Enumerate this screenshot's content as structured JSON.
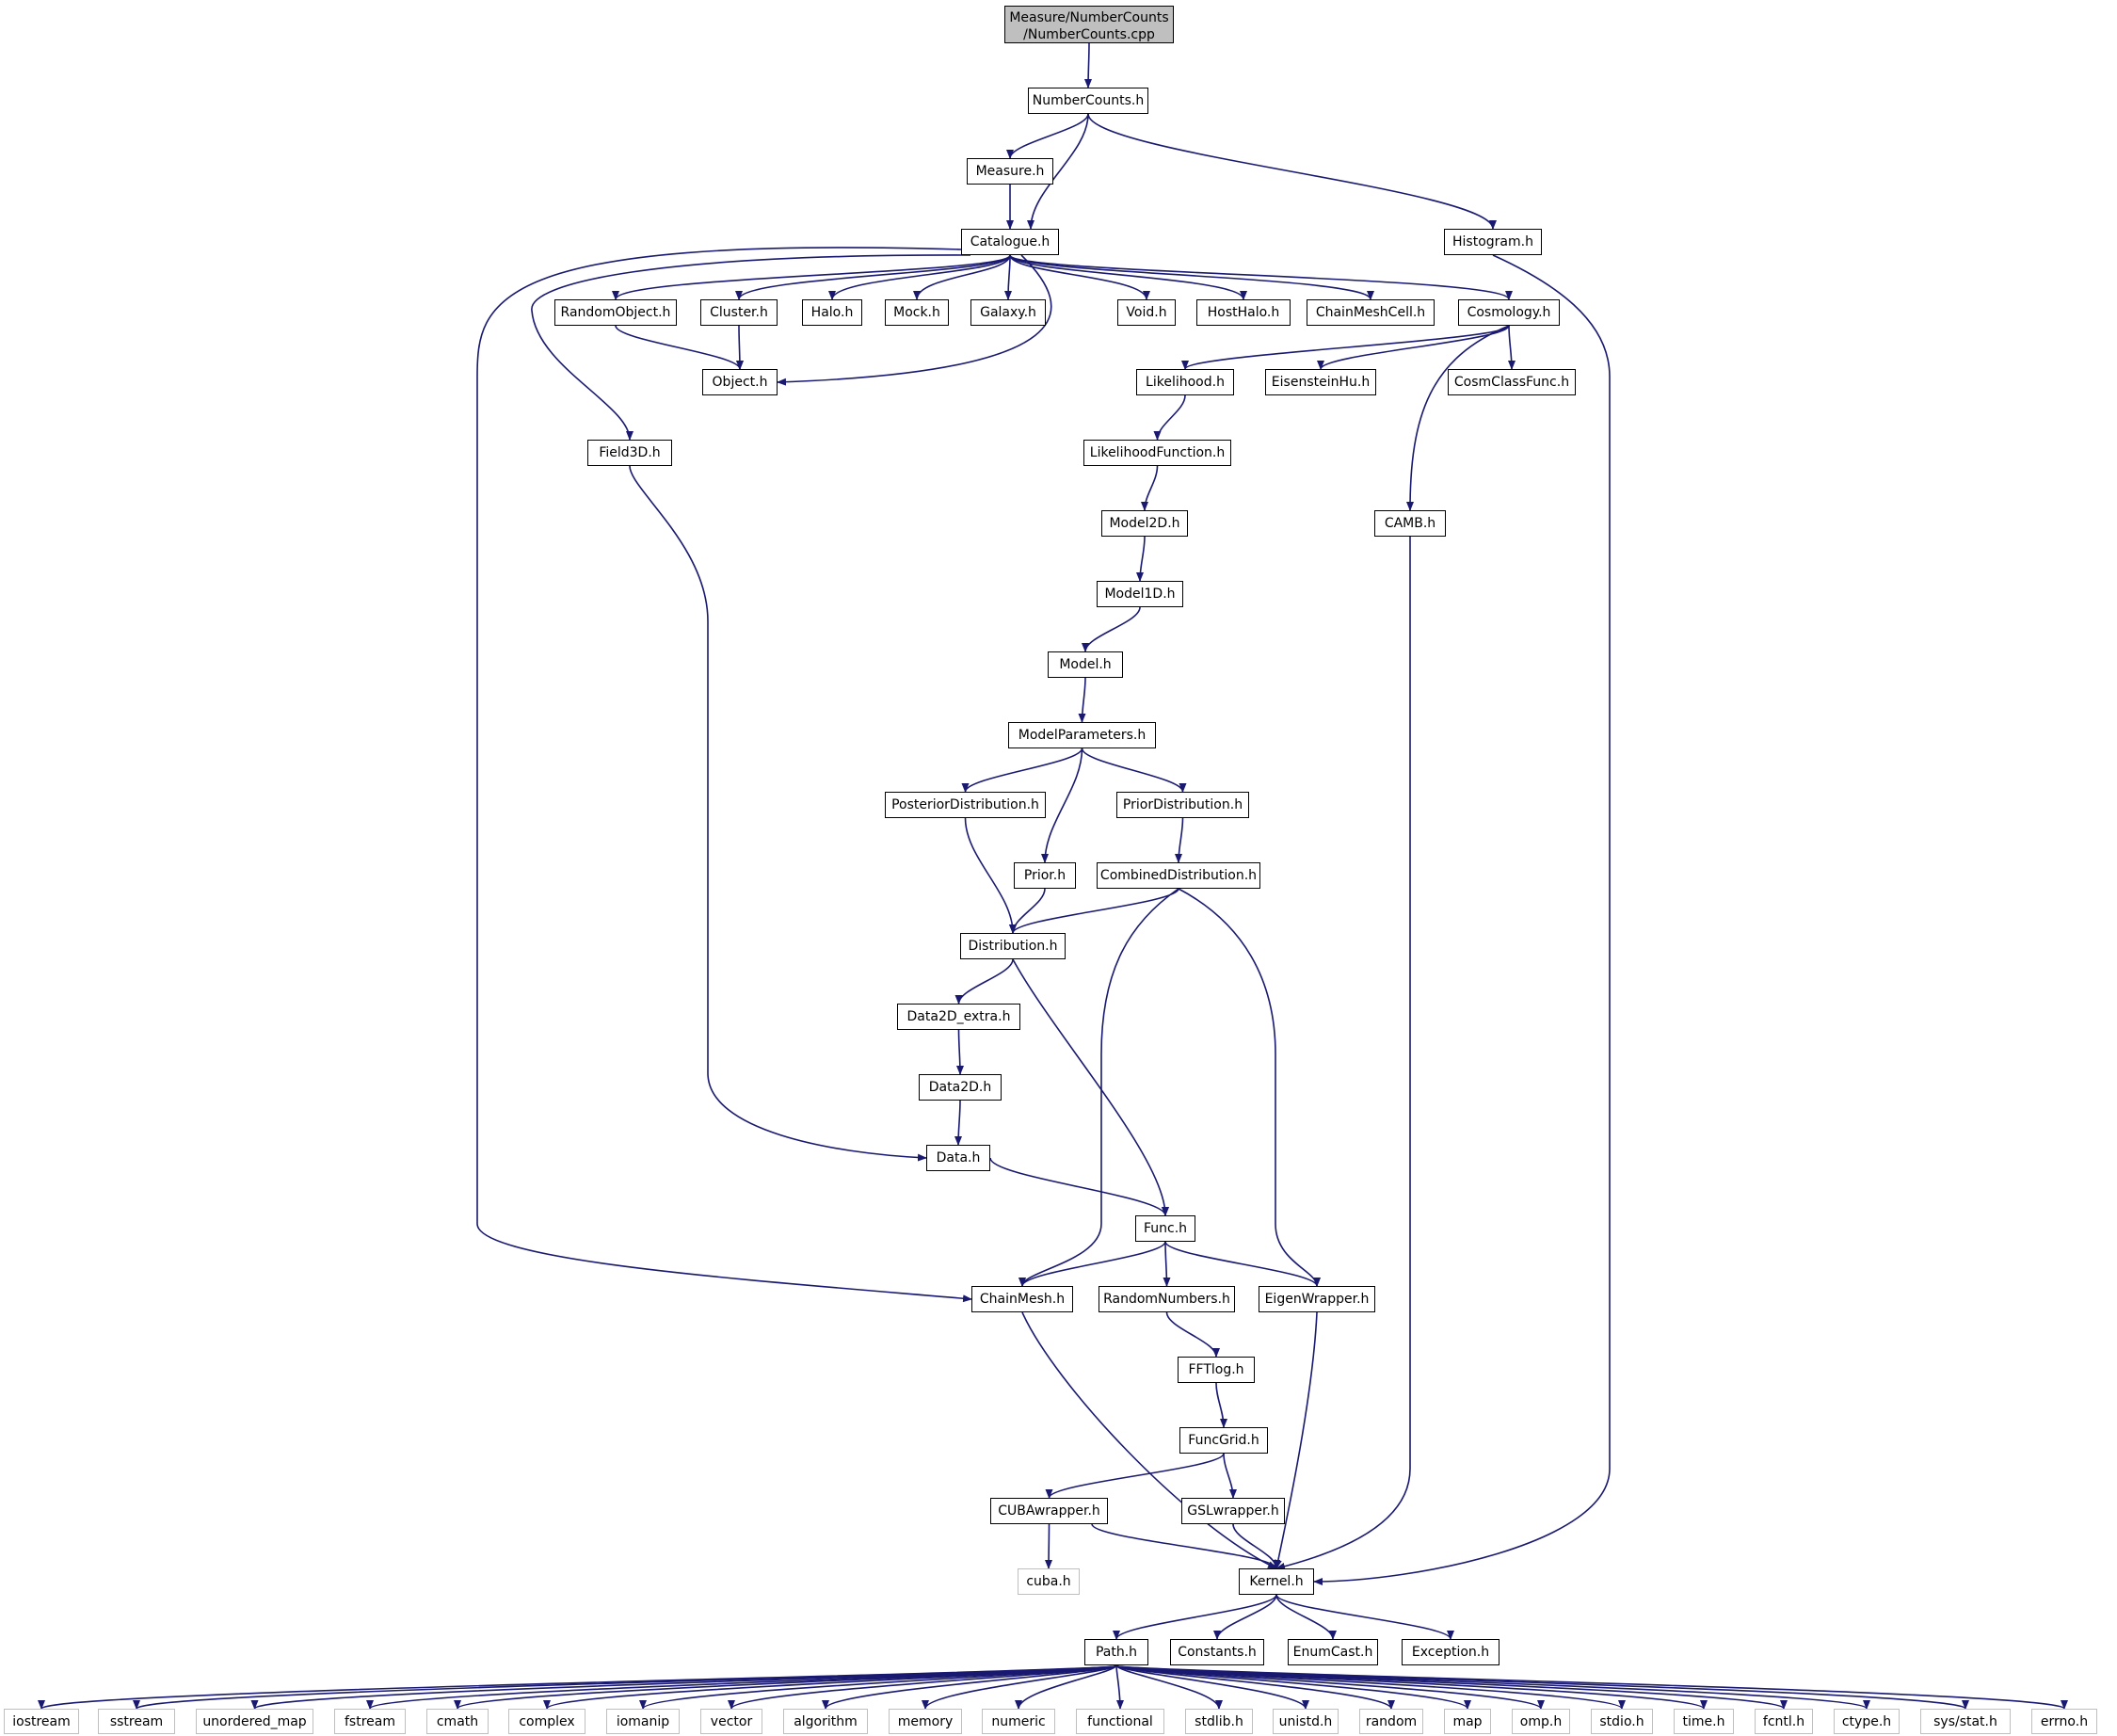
{
  "root": {
    "label": "Measure/NumberCounts\n/NumberCounts.cpp"
  },
  "nodes": {
    "numbercounts": "NumberCounts.h",
    "measure": "Measure.h",
    "catalogue": "Catalogue.h",
    "histogram": "Histogram.h",
    "randomobject": "RandomObject.h",
    "cluster": "Cluster.h",
    "halo": "Halo.h",
    "mock": "Mock.h",
    "galaxy": "Galaxy.h",
    "void": "Void.h",
    "hosthalo": "HostHalo.h",
    "chainmeshcell": "ChainMeshCell.h",
    "cosmology": "Cosmology.h",
    "object": "Object.h",
    "likelihood": "Likelihood.h",
    "eisensteinhu": "EisensteinHu.h",
    "cosmclassfunc": "CosmClassFunc.h",
    "field3d": "Field3D.h",
    "likelihoodfunction": "LikelihoodFunction.h",
    "model2d": "Model2D.h",
    "camb": "CAMB.h",
    "model1d": "Model1D.h",
    "model": "Model.h",
    "modelparameters": "ModelParameters.h",
    "posteriordistribution": "PosteriorDistribution.h",
    "priordistribution": "PriorDistribution.h",
    "prior": "Prior.h",
    "combineddistribution": "CombinedDistribution.h",
    "distribution": "Distribution.h",
    "data2d_extra": "Data2D_extra.h",
    "data2d": "Data2D.h",
    "data": "Data.h",
    "func": "Func.h",
    "chainmesh": "ChainMesh.h",
    "randomnumbers": "RandomNumbers.h",
    "eigenwrapper": "EigenWrapper.h",
    "fftlog": "FFTlog.h",
    "funcgrid": "FuncGrid.h",
    "cubawrapper": "CUBAwrapper.h",
    "gslwrapper": "GSLwrapper.h",
    "cuba": "cuba.h",
    "kernel": "Kernel.h",
    "path": "Path.h",
    "constants": "Constants.h",
    "enumcast": "EnumCast.h",
    "exception": "Exception.h"
  },
  "system_headers": [
    "iostream",
    "sstream",
    "unordered_map",
    "fstream",
    "cmath",
    "complex",
    "iomanip",
    "vector",
    "algorithm",
    "memory",
    "numeric",
    "functional",
    "stdlib.h",
    "unistd.h",
    "random",
    "map",
    "omp.h",
    "stdio.h",
    "time.h",
    "fcntl.h",
    "ctype.h",
    "sys/stat.h",
    "errno.h"
  ],
  "colors": {
    "edge": "#191970",
    "node_border": "#000000",
    "system_border": "#bfbfbf",
    "root_fill": "#bfbfbf"
  }
}
